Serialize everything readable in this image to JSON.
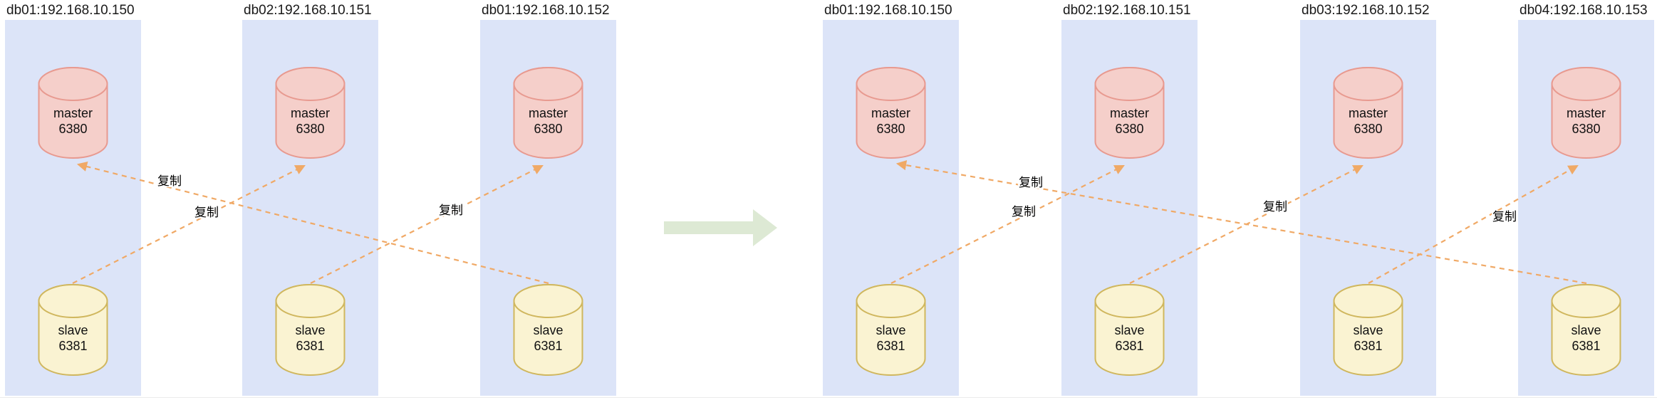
{
  "left_cluster": {
    "nodes": [
      {
        "header": "db01:192.168.10.150",
        "master_role": "master",
        "master_port": "6380",
        "slave_role": "slave",
        "slave_port": "6381"
      },
      {
        "header": "db02:192.168.10.151",
        "master_role": "master",
        "master_port": "6380",
        "slave_role": "slave",
        "slave_port": "6381"
      },
      {
        "header": "db01:192.168.10.152",
        "master_role": "master",
        "master_port": "6380",
        "slave_role": "slave",
        "slave_port": "6381"
      }
    ],
    "links": [
      {
        "label": "复制"
      },
      {
        "label": "复制"
      },
      {
        "label": "复制"
      }
    ]
  },
  "right_cluster": {
    "nodes": [
      {
        "header": "db01:192.168.10.150",
        "master_role": "master",
        "master_port": "6380",
        "slave_role": "slave",
        "slave_port": "6381"
      },
      {
        "header": "db02:192.168.10.151",
        "master_role": "master",
        "master_port": "6380",
        "slave_role": "slave",
        "slave_port": "6381"
      },
      {
        "header": "db03:192.168.10.152",
        "master_role": "master",
        "master_port": "6380",
        "slave_role": "slave",
        "slave_port": "6381"
      },
      {
        "header": "db04:192.168.10.153",
        "master_role": "master",
        "master_port": "6380",
        "slave_role": "slave",
        "slave_port": "6381"
      }
    ],
    "links": [
      {
        "label": "复制"
      },
      {
        "label": "复制"
      },
      {
        "label": "复制"
      },
      {
        "label": "复制"
      }
    ]
  },
  "colors": {
    "panel_bg": "#dce4f8",
    "master_fill": "#f5cfca",
    "master_stroke": "#e89a90",
    "slave_fill": "#faf3d2",
    "slave_stroke": "#d0b75e",
    "link": "#f0a966",
    "transform_arrow": "#dde9d4",
    "header_text": "#1a1a1a"
  }
}
